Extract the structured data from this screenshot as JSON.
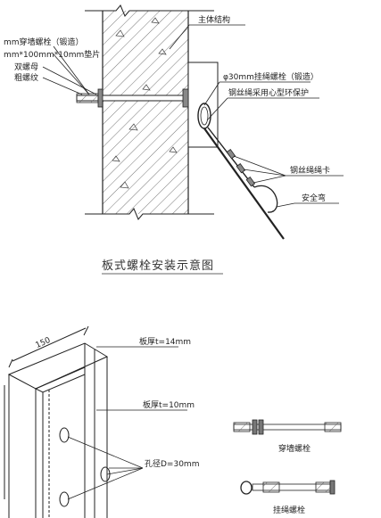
{
  "top_figure": {
    "labels": {
      "main_structure": "主体结构",
      "through_wall_bolt": "mm穿墙螺栓（锻造）",
      "washer": "mm*100mm*10mm垫片",
      "double_nut": "双螺母",
      "coarse_thread": "粗螺纹",
      "hanging_bolt": "φ30mm挂绳螺栓（锻造）",
      "thimble": "钢丝绳采用心型环保护",
      "rope_clip": "钢丝绳绳卡",
      "safety_bend": "安全弯"
    },
    "caption": "板式螺栓安装示意图"
  },
  "bottom_figure": {
    "dimension": "150",
    "labels": {
      "plate_14": "板厚t=14mm",
      "plate_10": "板厚t=10mm",
      "hole_dia": "孔径D=30mm"
    },
    "parts": {
      "through_wall_bolt": "穿墙螺栓",
      "hanging_bolt": "挂绳螺栓"
    }
  }
}
